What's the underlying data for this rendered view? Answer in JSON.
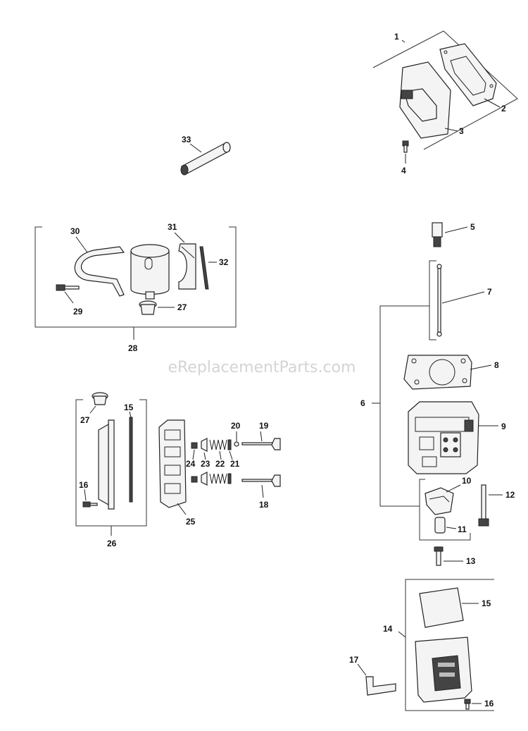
{
  "watermark": "eReplacementParts.com",
  "callouts": {
    "n1": "1",
    "n2": "2",
    "n3": "3",
    "n4": "4",
    "n5": "5",
    "n6": "6",
    "n7": "7",
    "n8": "8",
    "n9": "9",
    "n10": "10",
    "n11": "11",
    "n12": "12",
    "n13": "13",
    "n14": "14",
    "n15a": "15",
    "n15b": "15",
    "n16a": "16",
    "n16b": "16",
    "n17": "17",
    "n18": "18",
    "n19": "19",
    "n20": "20",
    "n21": "21",
    "n22": "22",
    "n23": "23",
    "n24": "24",
    "n25": "25",
    "n26": "26",
    "n27a": "27",
    "n27b": "27",
    "n28": "28",
    "n29": "29",
    "n30": "30",
    "n31": "31",
    "n32": "32",
    "n33": "33"
  }
}
